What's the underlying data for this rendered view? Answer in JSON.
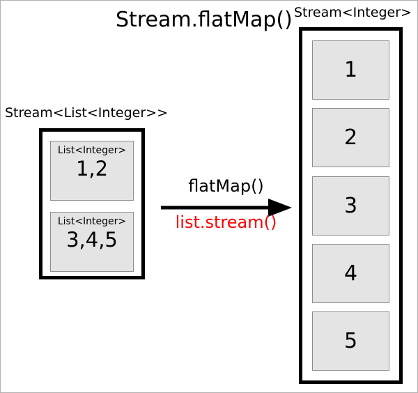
{
  "title": "Stream.flatMap()",
  "input_stream": {
    "label": "Stream<List<Integer>>",
    "lists": [
      {
        "type_label": "List<Integer>",
        "values": "1,2"
      },
      {
        "type_label": "List<Integer>",
        "values": "3,4,5"
      }
    ]
  },
  "operation": {
    "name": "flatMap()",
    "mapper": "list.stream()"
  },
  "output_stream": {
    "label": "Stream<Integer>",
    "values": [
      "1",
      "2",
      "3",
      "4",
      "5"
    ]
  },
  "icons": {
    "arrow": "right-arrow-icon"
  },
  "colors": {
    "mapper_text": "#ff0000",
    "box_fill": "#e4e4e4",
    "box_border": "#8c8c8c",
    "container_border": "#000000",
    "frame_border": "#b0b0b0",
    "background": "#ffffff",
    "text": "#000000"
  }
}
